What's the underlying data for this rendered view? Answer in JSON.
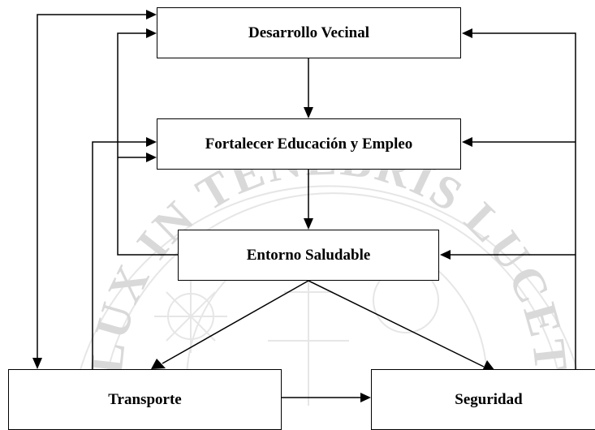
{
  "nodes": {
    "desarrollo": "Desarrollo Vecinal",
    "fortalecer": "Fortalecer Educación y Empleo",
    "entorno": "Entorno Saludable",
    "transporte": "Transporte",
    "seguridad": "Seguridad"
  },
  "watermark": {
    "text": "LUX IN TENEBRIS LUCET",
    "color": "#d9d9d9"
  },
  "colors": {
    "line": "#000000",
    "box_border": "#000000",
    "background": "#ffffff"
  }
}
